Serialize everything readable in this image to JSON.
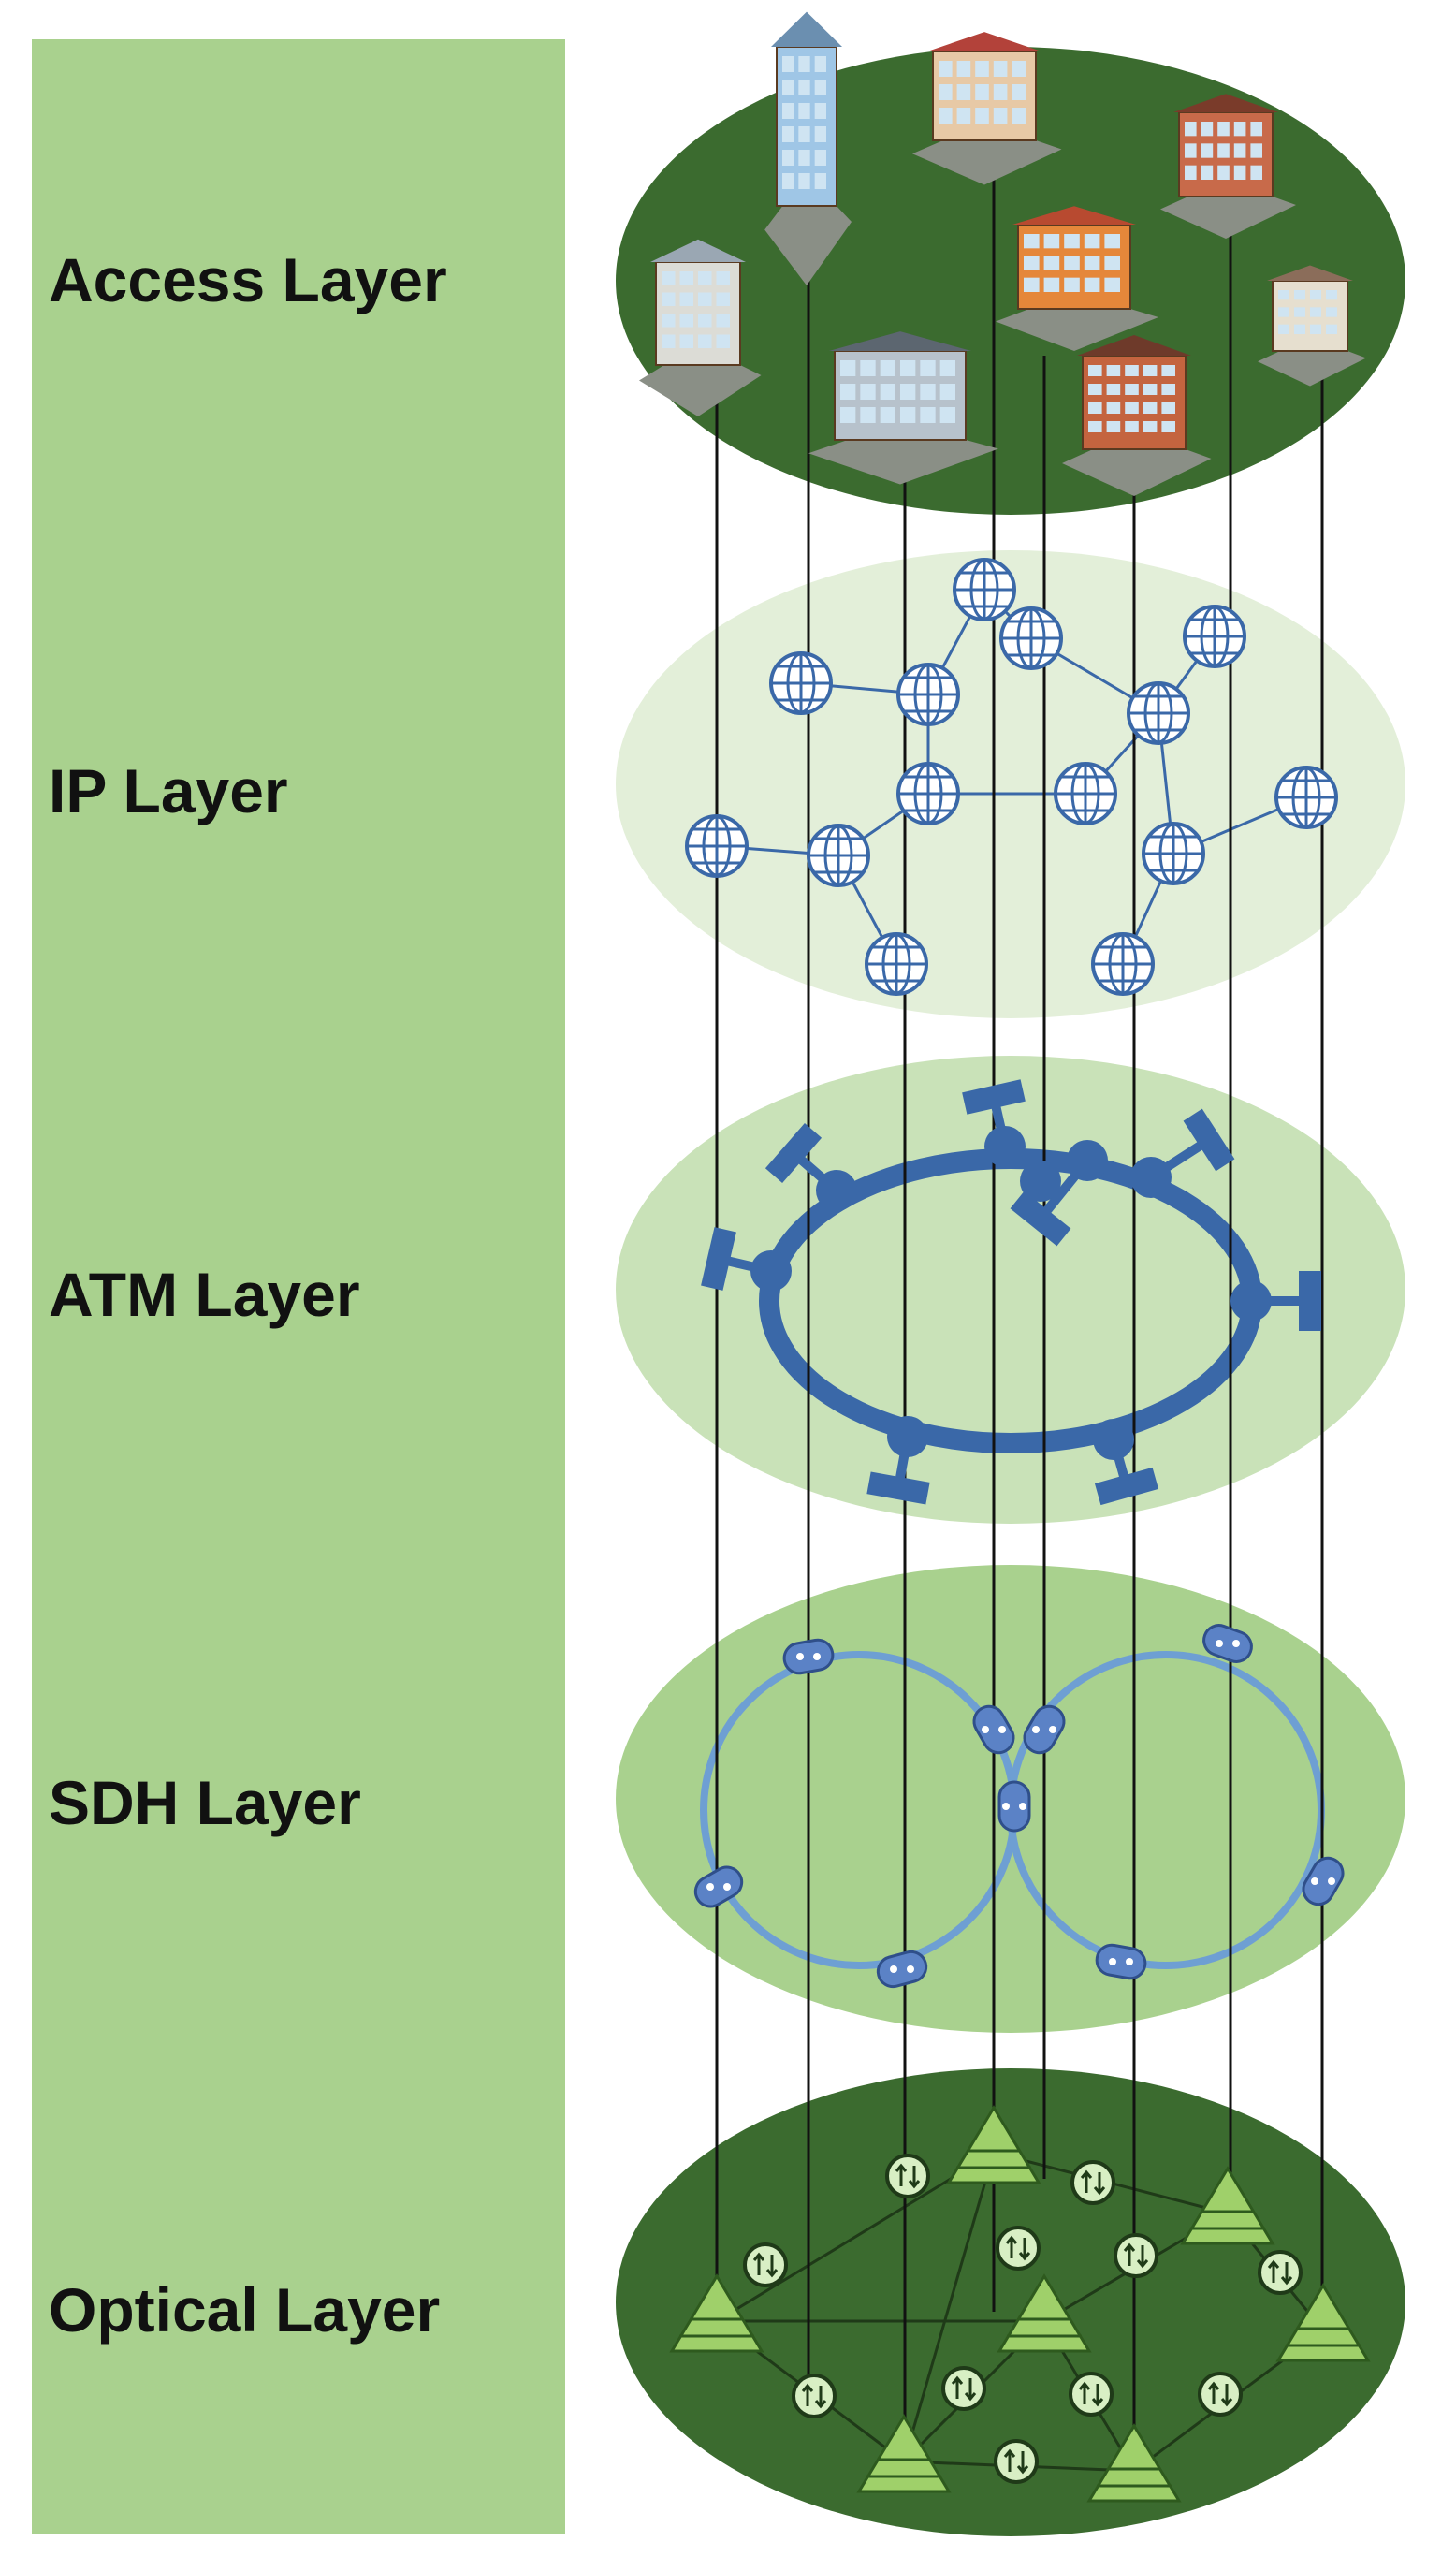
{
  "layers": [
    {
      "id": "access",
      "label": "Access Layer",
      "fill": "#3b6b2f"
    },
    {
      "id": "ip",
      "label": "IP Layer",
      "fill": "#e3efd9"
    },
    {
      "id": "atm",
      "label": "ATM Layer",
      "fill": "#c9e2b8"
    },
    {
      "id": "sdh",
      "label": "SDH Layer",
      "fill": "#a9d18e"
    },
    {
      "id": "optical",
      "label": "Optical Layer",
      "fill": "#3b6b2f"
    }
  ],
  "colors": {
    "sidebar": "#a9d18e",
    "network_blue": "#3a68a8",
    "sdh_ring": "#6e9fd3",
    "optical_node": "#9fd06a",
    "link_line": "#111111"
  },
  "icons": {
    "access": "building-icon",
    "ip": "globe-router-icon",
    "atm": "atm-switch-icon",
    "sdh": "sdh-adm-icon",
    "optical": "optical-pyramid-icon",
    "optical_amp": "optical-amplifier-icon"
  }
}
